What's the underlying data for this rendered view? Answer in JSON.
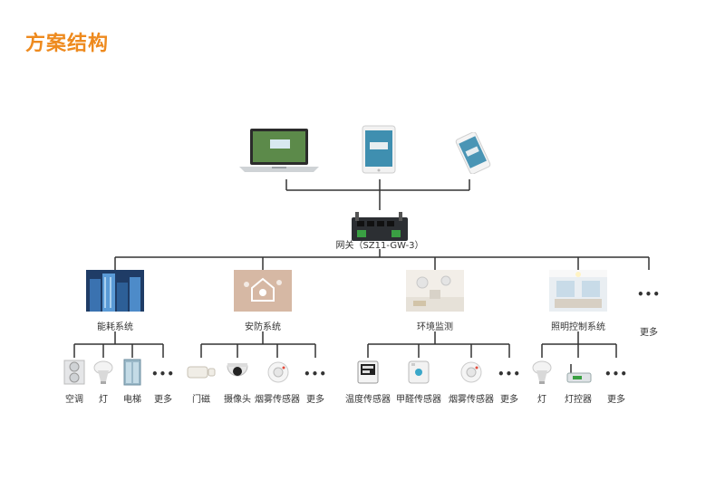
{
  "title": "方案结构",
  "gateway": {
    "label": "网关（SZ11-GW-3）"
  },
  "clients": [
    {
      "icon": "laptop-icon"
    },
    {
      "icon": "tablet-icon"
    },
    {
      "icon": "smartphone-icon"
    }
  ],
  "systems": [
    {
      "label": "能耗系统",
      "icon": "building-image",
      "devices": [
        {
          "label": "空调",
          "icon": "air-conditioner-icon"
        },
        {
          "label": "灯",
          "icon": "bulb-icon"
        },
        {
          "label": "电梯",
          "icon": "elevator-icon"
        },
        {
          "label": "更多",
          "icon": "more-icon"
        }
      ]
    },
    {
      "label": "安防系统",
      "icon": "security-image",
      "devices": [
        {
          "label": "门磁",
          "icon": "door-sensor-icon"
        },
        {
          "label": "摄像头",
          "icon": "camera-icon"
        },
        {
          "label": "烟雾传感器",
          "icon": "smoke-sensor-icon"
        },
        {
          "label": "更多",
          "icon": "more-icon"
        }
      ]
    },
    {
      "label": "环境监测",
      "icon": "environment-image",
      "devices": [
        {
          "label": "温度传感器",
          "icon": "thermometer-display-icon"
        },
        {
          "label": "甲醛传感器",
          "icon": "formaldehyde-sensor-icon"
        },
        {
          "label": "烟雾传感器",
          "icon": "smoke-sensor-icon"
        },
        {
          "label": "更多",
          "icon": "more-icon"
        }
      ]
    },
    {
      "label": "照明控制系统",
      "icon": "lighting-image",
      "devices": [
        {
          "label": "灯",
          "icon": "bulb-icon"
        },
        {
          "label": "灯控器",
          "icon": "light-controller-icon"
        },
        {
          "label": "更多",
          "icon": "more-icon"
        }
      ]
    }
  ],
  "more": {
    "label": "更多"
  },
  "colors": {
    "title": "#ee8a1e",
    "line": "#333333"
  }
}
